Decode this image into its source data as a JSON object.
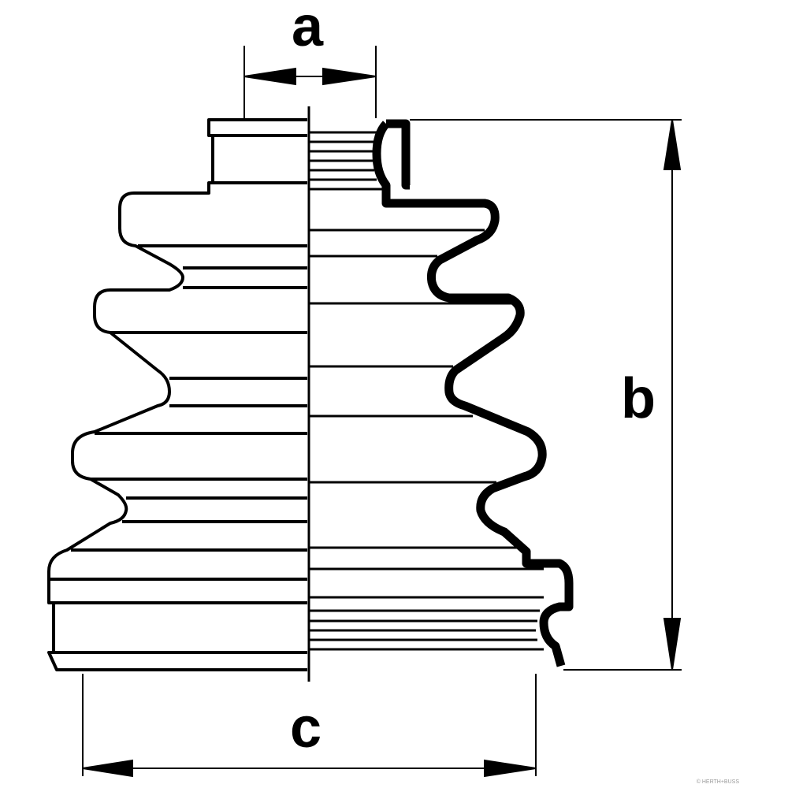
{
  "diagram": {
    "title": "CV joint boot dimension drawing",
    "dimensions": {
      "a": "a",
      "b": "b",
      "c": "c"
    },
    "watermark": "© HERTH+BUSS",
    "colors": {
      "line": "#000000",
      "background": "#ffffff"
    }
  }
}
